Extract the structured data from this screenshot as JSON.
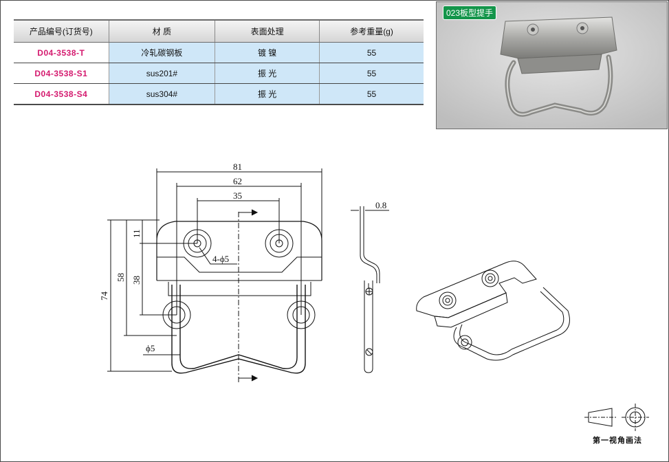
{
  "spec_table": {
    "headers": [
      "产品编号(订货号)",
      "材  质",
      "表面处理",
      "参考重量(g)"
    ],
    "rows": [
      {
        "code": "D04-3538-T",
        "material": "冷轧碳钢板",
        "finish": "镀  镍",
        "weight": "55"
      },
      {
        "code": "D04-3538-S1",
        "material": "sus201#",
        "finish": "振  光",
        "weight": "55"
      },
      {
        "code": "D04-3538-S4",
        "material": "sus304#",
        "finish": "振  光",
        "weight": "55"
      }
    ]
  },
  "photo": {
    "tag": "023板型提手",
    "tag_color": "#13954a"
  },
  "drawing": {
    "dim_81": "81",
    "dim_62": "62",
    "dim_35": "35",
    "dim_74": "74",
    "dim_58": "58",
    "dim_38": "38",
    "dim_11": "11",
    "dim_holes": "4-ϕ5",
    "dim_wire": "ϕ5",
    "dim_thickness": "0.8"
  },
  "projection_legend": {
    "label": "第一视角画法"
  }
}
